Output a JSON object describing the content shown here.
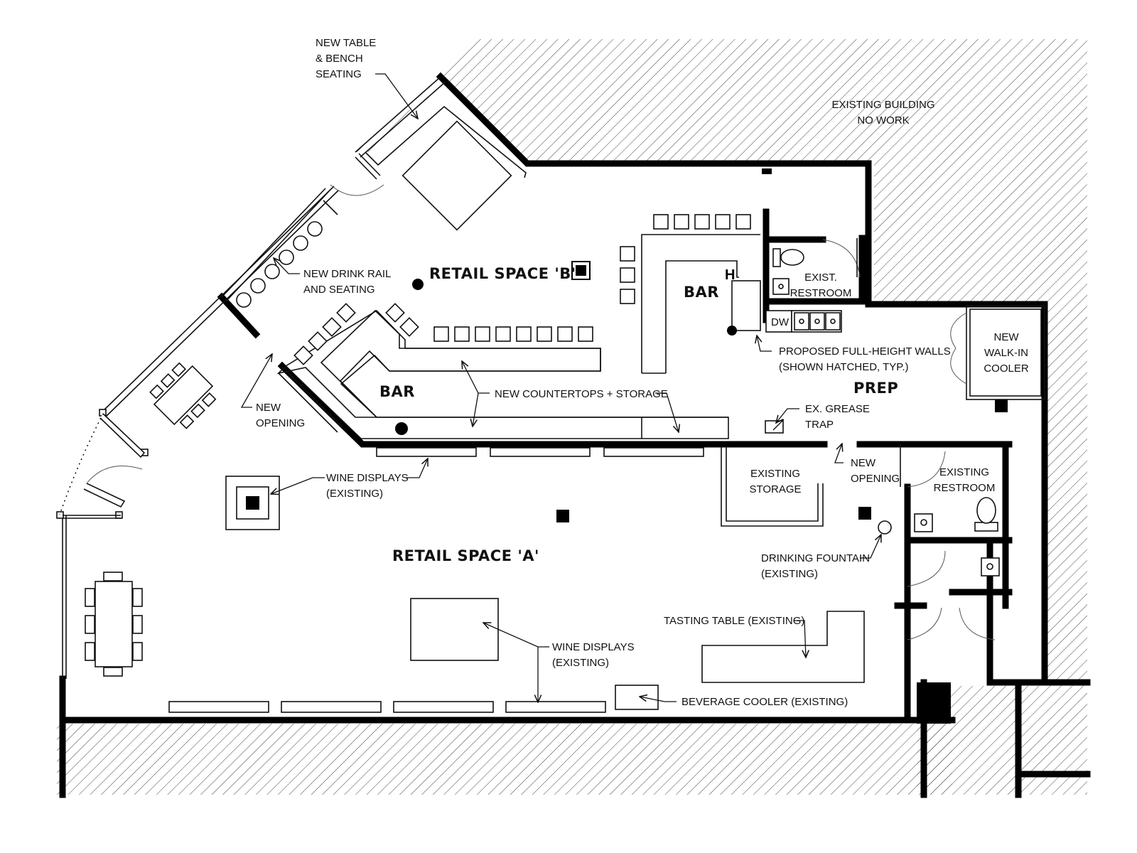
{
  "rooms": {
    "retail_b": "RETAIL SPACE 'B'",
    "retail_a": "RETAIL SPACE 'A'",
    "bar_left": "BAR",
    "bar_right": "BAR",
    "prep": "PREP"
  },
  "notes": {
    "table_bench": [
      "NEW TABLE",
      "& BENCH",
      "SEATING"
    ],
    "existing_building": [
      "EXISTING BUILDING",
      "NO WORK"
    ],
    "drink_rail": [
      "NEW DRINK RAIL",
      "AND SEATING"
    ],
    "new_opening_left": [
      "NEW",
      "OPENING"
    ],
    "countertops": "NEW COUNTERTOPS + STORAGE",
    "full_height_walls": [
      "PROPOSED FULL-HEIGHT WALLS",
      "(SHOWN HATCHED, TYP.)"
    ],
    "walk_in_cooler": [
      "NEW",
      "WALK-IN",
      "COOLER"
    ],
    "grease_trap": [
      "EX. GREASE",
      "TRAP"
    ],
    "existing_storage": [
      "EXISTING",
      "STORAGE"
    ],
    "new_opening_right": [
      "NEW",
      "OPENING"
    ],
    "existing_restroom_lower": [
      "EXISTING",
      "RESTROOM"
    ],
    "exist_restroom_upper": [
      "EXIST.",
      "RESTROOM"
    ],
    "wine_displays_upper": [
      "WINE DISPLAYS",
      "(EXISTING)"
    ],
    "wine_displays_lower": [
      "WINE DISPLAYS",
      "(EXISTING)"
    ],
    "drinking_fountain": [
      "DRINKING FOUNTAIN",
      "(EXISTING)"
    ],
    "tasting_table": "TASTING TABLE (EXISTING)",
    "beverage_cooler": "BEVERAGE COOLER (EXISTING)",
    "dishwasher": "DW"
  }
}
